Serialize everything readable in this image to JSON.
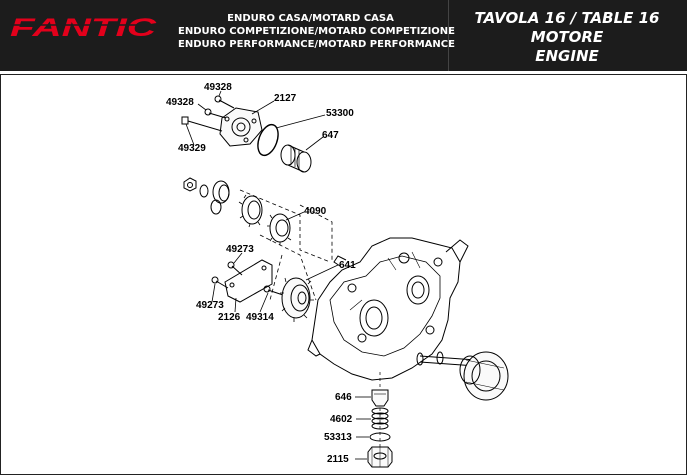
{
  "header": {
    "brand": "FANTIC",
    "models": [
      "ENDURO CASA/MOTARD CASA",
      "ENDURO COMPETIZIONE/MOTARD COMPETIZIONE",
      "ENDURO PERFORMANCE/MOTARD PERFORMANCE"
    ],
    "table_title": [
      "TAVOLA 16  /  TABLE 16",
      "MOTORE",
      "ENGINE"
    ],
    "brand_color": "#e3001b"
  },
  "parts": {
    "p49328_top": "49328",
    "p49328_left": "49328",
    "p49329": "49329",
    "p2127": "2127",
    "p53300": "53300",
    "p647": "647",
    "p4090": "4090",
    "p49273_top": "49273",
    "p641": "641",
    "p49273_bottom": "49273",
    "p2126": "2126",
    "p49314": "49314",
    "p646": "646",
    "p4602": "4602",
    "p53313": "53313",
    "p2115": "2115"
  }
}
